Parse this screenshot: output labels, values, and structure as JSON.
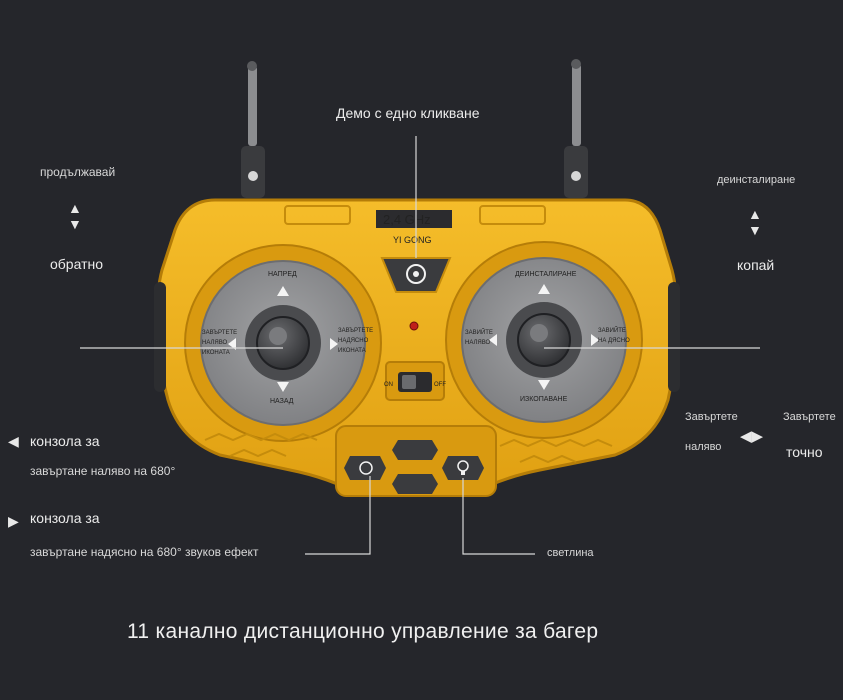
{
  "top_label": "Демо с едно кликване",
  "left": {
    "forward": "продължавай",
    "back": "обратно",
    "rotate_left_title": "конзола за",
    "rotate_left_desc": "завъртане наляво на 680°",
    "rotate_right_title": "конзола за",
    "rotate_right_desc": "завъртане надясно на 680° звуков ефект"
  },
  "right": {
    "uninstall": "деинсталиране",
    "dig": "копай",
    "turn_left_1": "Завъртете",
    "turn_left_2": "наляво",
    "turn_right_1": "Завъртете",
    "turn_right_2": "точно"
  },
  "light_label": "светлина",
  "footer_title": "11 канално дистанционно управление за багер",
  "device": {
    "freq": "2,4 GHz",
    "brand": "YI GONG",
    "off_label": "OFF",
    "on_label": "ON",
    "left_stick": {
      "up": "НАПРЕД",
      "down": "НАЗАД",
      "left_1": "ЗАВЪРТЕТЕ",
      "left_2": "НАЛЯВО",
      "left_3": "ИКОНАТА",
      "right_1": "ЗАВЪРТЕТЕ",
      "right_2": "НАДЯСНО",
      "right_3": "ИКОНАТА"
    },
    "right_stick": {
      "up": "ДЕИНСТАЛИРАНЕ",
      "down": "ИЗКОПАВАНЕ",
      "left_1": "ЗАВИЙТЕ",
      "left_2": "НАЛЯВО",
      "right_1": "ЗАВИЙТЕ",
      "right_2": "НА ДЯСНО"
    }
  },
  "colors": {
    "body": "#f0b21c",
    "body_dark": "#c98a0a",
    "background": "#25262b",
    "dial": "#8f9092"
  }
}
